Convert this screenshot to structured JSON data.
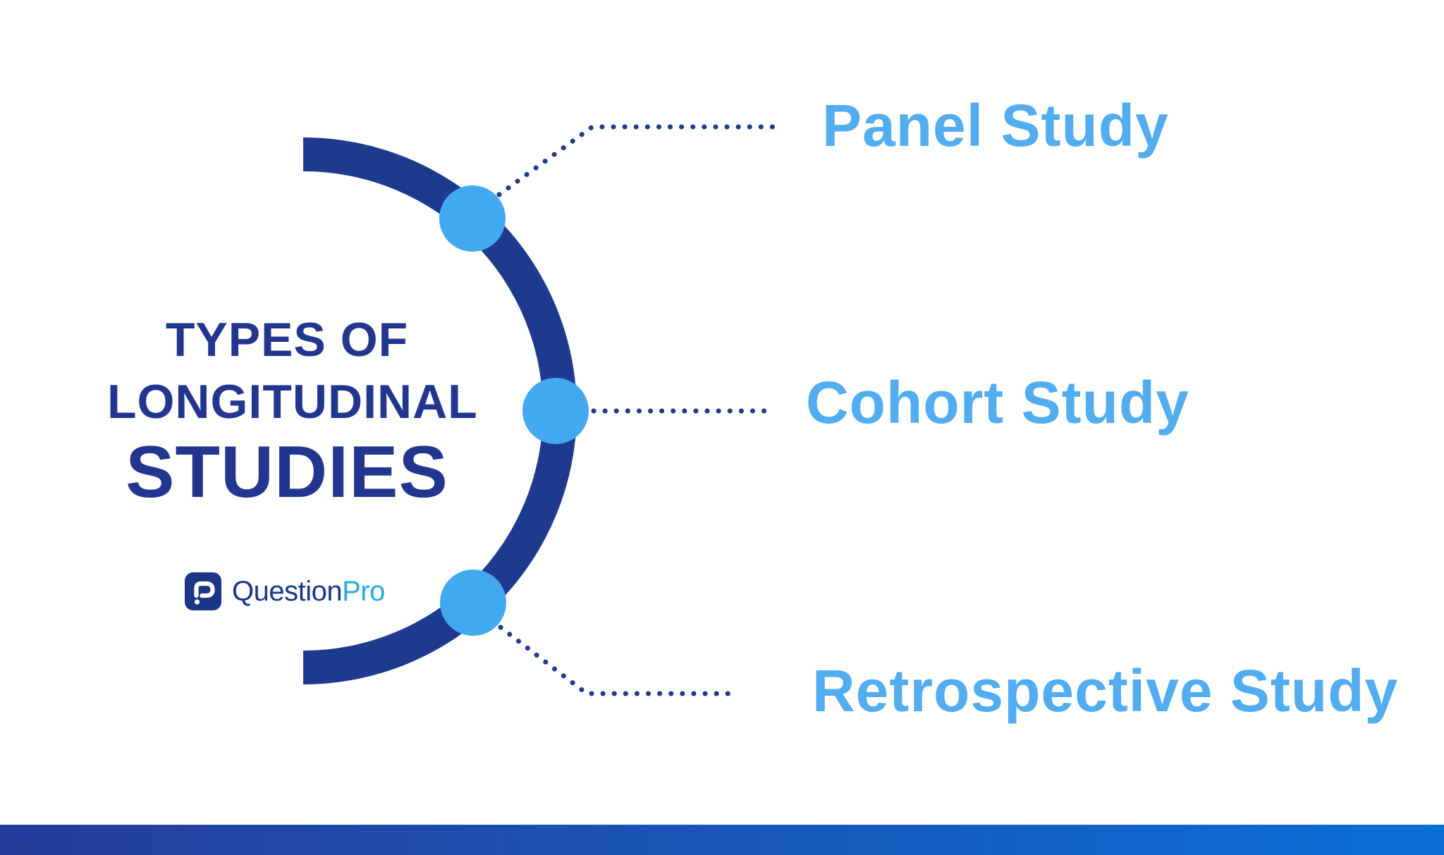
{
  "diagram": {
    "title": {
      "line1": "TYPES OF",
      "line2": "LONGITUDINAL",
      "line3": "STUDIES"
    },
    "items": [
      {
        "label": "Panel Study"
      },
      {
        "label": "Cohort Study"
      },
      {
        "label": "Retrospective Study"
      }
    ]
  },
  "logo": {
    "icon": "questionpro-mark",
    "name_primary": "Question",
    "name_accent": "Pro"
  },
  "colors": {
    "navy": "#1e3a8e",
    "title-navy": "#22358f",
    "label-blue": "#52acf0",
    "node-blue": "#42a9f1",
    "logo-navy": "#1c3687",
    "logo-accent": "#29aae1",
    "bar-left": "#263c9b",
    "bar-right": "#0b70d6",
    "bg": "#ffffff"
  }
}
